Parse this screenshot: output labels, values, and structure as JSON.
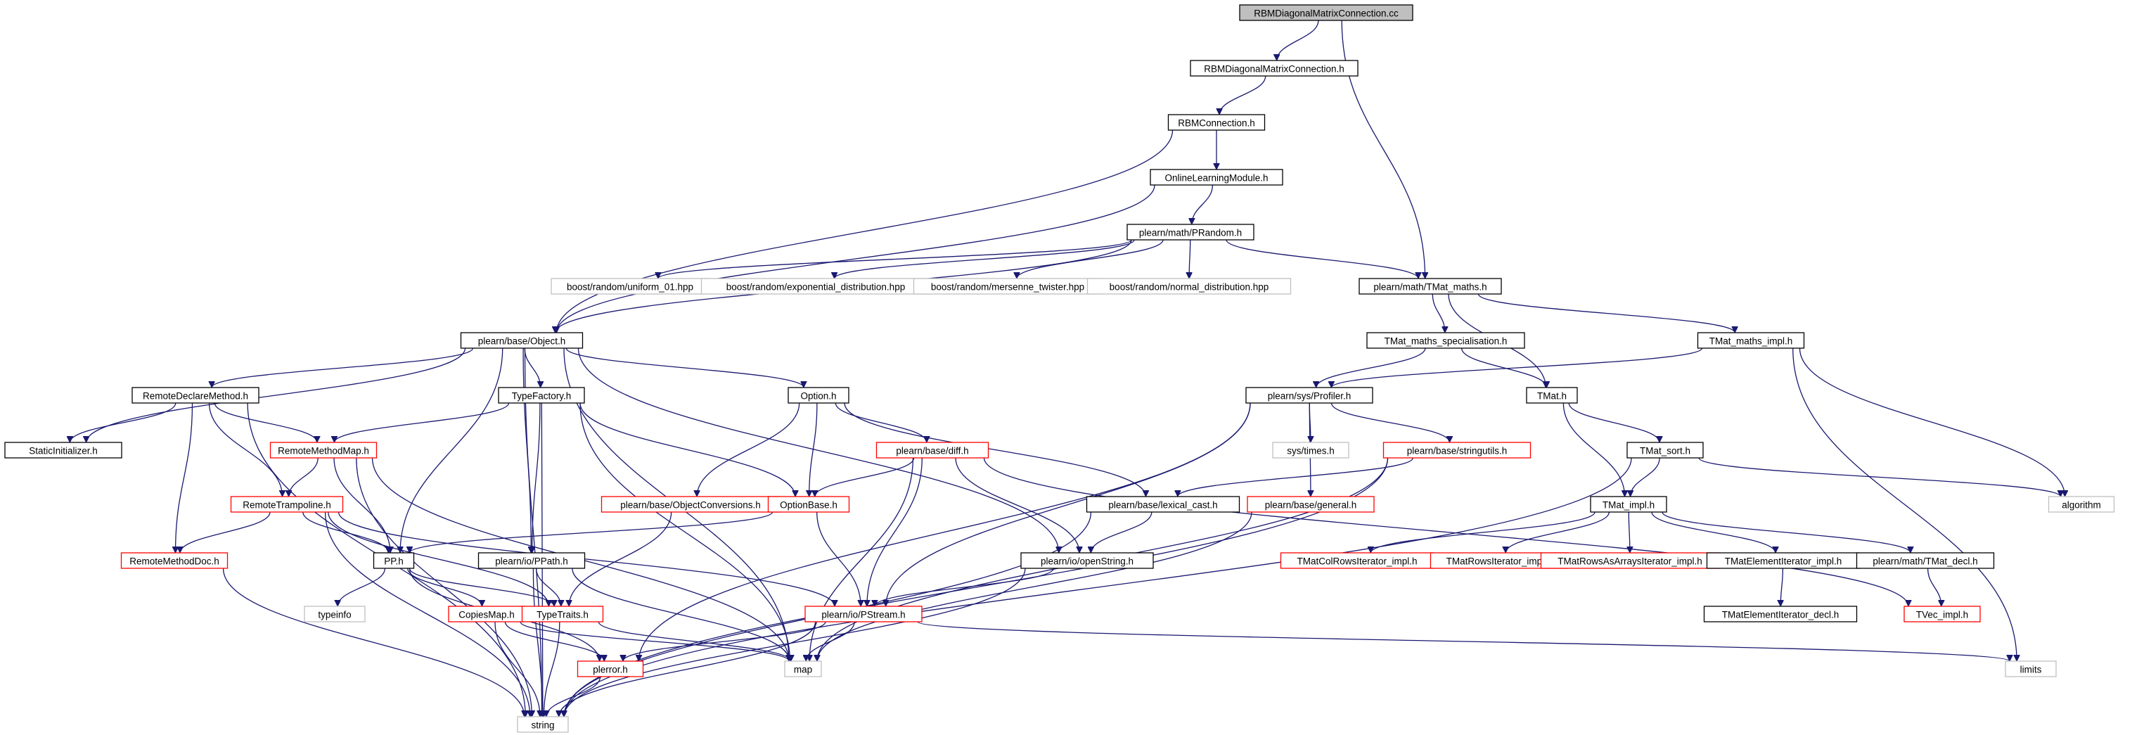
{
  "graph": {
    "colors": {
      "root_fill": "#bfbfbf",
      "node_fill": "#ffffff",
      "documented_border": "#000000",
      "undocumented_border": "#ff0000",
      "external_border": "#bfbfbf",
      "edge": "#191970"
    },
    "nodes": [
      {
        "id": "root",
        "label": "RBMDiagonalMatrixConnection.cc",
        "kind": "root"
      },
      {
        "id": "rbmdiag_h",
        "label": "RBMDiagonalMatrixConnection.h",
        "kind": "documented"
      },
      {
        "id": "rbmconn",
        "label": "RBMConnection.h",
        "kind": "documented"
      },
      {
        "id": "online",
        "label": "OnlineLearningModule.h",
        "kind": "documented"
      },
      {
        "id": "prandom",
        "label": "plearn/math/PRandom.h",
        "kind": "documented"
      },
      {
        "id": "uniform",
        "label": "boost/random/uniform_01.hpp",
        "kind": "external"
      },
      {
        "id": "expo",
        "label": "boost/random/exponential_distribution.hpp",
        "kind": "external"
      },
      {
        "id": "mersenne",
        "label": "boost/random/mersenne_twister.hpp",
        "kind": "external"
      },
      {
        "id": "normal",
        "label": "boost/random/normal_distribution.hpp",
        "kind": "external"
      },
      {
        "id": "tmatmaths",
        "label": "plearn/math/TMat_maths.h",
        "kind": "documented"
      },
      {
        "id": "object",
        "label": "plearn/base/Object.h",
        "kind": "documented"
      },
      {
        "id": "tmspec",
        "label": "TMat_maths_specialisation.h",
        "kind": "documented"
      },
      {
        "id": "tmimpl",
        "label": "TMat_maths_impl.h",
        "kind": "documented"
      },
      {
        "id": "rdm",
        "label": "RemoteDeclareMethod.h",
        "kind": "documented"
      },
      {
        "id": "typefactory",
        "label": "TypeFactory.h",
        "kind": "documented"
      },
      {
        "id": "option",
        "label": "Option.h",
        "kind": "documented"
      },
      {
        "id": "profiler",
        "label": "plearn/sys/Profiler.h",
        "kind": "documented"
      },
      {
        "id": "tmat",
        "label": "TMat.h",
        "kind": "documented"
      },
      {
        "id": "staticinit",
        "label": "StaticInitializer.h",
        "kind": "documented"
      },
      {
        "id": "rmm",
        "label": "RemoteMethodMap.h",
        "kind": "undocumented"
      },
      {
        "id": "diff",
        "label": "plearn/base/diff.h",
        "kind": "undocumented"
      },
      {
        "id": "systimes",
        "label": "sys/times.h",
        "kind": "external"
      },
      {
        "id": "stringutils",
        "label": "plearn/base/stringutils.h",
        "kind": "undocumented"
      },
      {
        "id": "tmatsort",
        "label": "TMat_sort.h",
        "kind": "documented"
      },
      {
        "id": "algorithm",
        "label": "algorithm",
        "kind": "external"
      },
      {
        "id": "rtramp",
        "label": "RemoteTrampoline.h",
        "kind": "undocumented"
      },
      {
        "id": "objconv",
        "label": "plearn/base/ObjectConversions.h",
        "kind": "undocumented"
      },
      {
        "id": "optionbase",
        "label": "OptionBase.h",
        "kind": "undocumented"
      },
      {
        "id": "lexcast",
        "label": "plearn/base/lexical_cast.h",
        "kind": "documented"
      },
      {
        "id": "general",
        "label": "plearn/base/general.h",
        "kind": "undocumented"
      },
      {
        "id": "tmatimpl",
        "label": "TMat_impl.h",
        "kind": "documented"
      },
      {
        "id": "rmdoc",
        "label": "RemoteMethodDoc.h",
        "kind": "undocumented"
      },
      {
        "id": "pp",
        "label": "PP.h",
        "kind": "documented"
      },
      {
        "id": "ppath",
        "label": "plearn/io/PPath.h",
        "kind": "documented"
      },
      {
        "id": "openstring",
        "label": "plearn/io/openString.h",
        "kind": "documented"
      },
      {
        "id": "tmcolrows",
        "label": "TMatColRowsIterator_impl.h",
        "kind": "undocumented"
      },
      {
        "id": "tmrows",
        "label": "TMatRowsIterator_impl.h",
        "kind": "undocumented"
      },
      {
        "id": "tmrowsarr",
        "label": "TMatRowsAsArraysIterator_impl.h",
        "kind": "undocumented"
      },
      {
        "id": "tmelemimpl",
        "label": "TMatElementIterator_impl.h",
        "kind": "documented"
      },
      {
        "id": "tmdecl",
        "label": "plearn/math/TMat_decl.h",
        "kind": "documented"
      },
      {
        "id": "typeinfo",
        "label": "typeinfo",
        "kind": "external"
      },
      {
        "id": "copiesmap",
        "label": "CopiesMap.h",
        "kind": "undocumented"
      },
      {
        "id": "typetraits",
        "label": "TypeTraits.h",
        "kind": "undocumented"
      },
      {
        "id": "pstream",
        "label": "plearn/io/PStream.h",
        "kind": "undocumented"
      },
      {
        "id": "tmelemdecl",
        "label": "TMatElementIterator_decl.h",
        "kind": "documented"
      },
      {
        "id": "tvecimpl",
        "label": "TVec_impl.h",
        "kind": "undocumented"
      },
      {
        "id": "perror",
        "label": "plerror.h",
        "kind": "undocumented"
      },
      {
        "id": "map",
        "label": "map",
        "kind": "external"
      },
      {
        "id": "limits",
        "label": "limits",
        "kind": "external"
      },
      {
        "id": "string",
        "label": "string",
        "kind": "external"
      }
    ],
    "edges": [
      [
        "root",
        "rbmdiag_h"
      ],
      [
        "root",
        "tmatmaths"
      ],
      [
        "rbmdiag_h",
        "rbmconn"
      ],
      [
        "rbmconn",
        "online"
      ],
      [
        "rbmconn",
        "object"
      ],
      [
        "online",
        "prandom"
      ],
      [
        "online",
        "object"
      ],
      [
        "prandom",
        "uniform"
      ],
      [
        "prandom",
        "expo"
      ],
      [
        "prandom",
        "mersenne"
      ],
      [
        "prandom",
        "normal"
      ],
      [
        "prandom",
        "tmatmaths"
      ],
      [
        "prandom",
        "object"
      ],
      [
        "tmatmaths",
        "tmspec"
      ],
      [
        "tmatmaths",
        "tmimpl"
      ],
      [
        "tmatmaths",
        "tmat"
      ],
      [
        "tmspec",
        "profiler"
      ],
      [
        "tmspec",
        "tmat"
      ],
      [
        "tmimpl",
        "profiler"
      ],
      [
        "tmimpl",
        "algorithm"
      ],
      [
        "tmimpl",
        "limits"
      ],
      [
        "object",
        "rdm"
      ],
      [
        "object",
        "typefactory"
      ],
      [
        "object",
        "option"
      ],
      [
        "object",
        "staticinit"
      ],
      [
        "object",
        "pp"
      ],
      [
        "object",
        "ppath"
      ],
      [
        "object",
        "openstring"
      ],
      [
        "object",
        "map"
      ],
      [
        "object",
        "string"
      ],
      [
        "rdm",
        "staticinit"
      ],
      [
        "rdm",
        "rmm"
      ],
      [
        "rdm",
        "rtramp"
      ],
      [
        "rdm",
        "rmdoc"
      ],
      [
        "rdm",
        "string"
      ],
      [
        "typefactory",
        "rmm"
      ],
      [
        "typefactory",
        "optionbase"
      ],
      [
        "typefactory",
        "ppath"
      ],
      [
        "typefactory",
        "map"
      ],
      [
        "typefactory",
        "string"
      ],
      [
        "option",
        "objconv"
      ],
      [
        "option",
        "optionbase"
      ],
      [
        "option",
        "diff"
      ],
      [
        "option",
        "lexcast"
      ],
      [
        "profiler",
        "systimes"
      ],
      [
        "profiler",
        "stringutils"
      ],
      [
        "profiler",
        "general"
      ],
      [
        "profiler",
        "pstream"
      ],
      [
        "profiler",
        "perror"
      ],
      [
        "tmat",
        "tmatsort"
      ],
      [
        "tmat",
        "tmatimpl"
      ],
      [
        "rmm",
        "rtramp"
      ],
      [
        "rmm",
        "pp"
      ],
      [
        "rmm",
        "map"
      ],
      [
        "rmm",
        "string"
      ],
      [
        "diff",
        "optionbase"
      ],
      [
        "diff",
        "openstring"
      ],
      [
        "diff",
        "pstream"
      ],
      [
        "diff",
        "map"
      ],
      [
        "diff",
        "tvecimpl"
      ],
      [
        "stringutils",
        "lexcast"
      ],
      [
        "stringutils",
        "map"
      ],
      [
        "stringutils",
        "string"
      ],
      [
        "tmatsort",
        "tmatimpl"
      ],
      [
        "tmatsort",
        "algorithm"
      ],
      [
        "tmatsort",
        "string"
      ],
      [
        "rtramp",
        "rmdoc"
      ],
      [
        "rtramp",
        "pp"
      ],
      [
        "rtramp",
        "typetraits"
      ],
      [
        "rtramp",
        "pstream"
      ],
      [
        "rtramp",
        "string"
      ],
      [
        "objconv",
        "typetraits"
      ],
      [
        "optionbase",
        "pp"
      ],
      [
        "optionbase",
        "pstream"
      ],
      [
        "lexcast",
        "openstring"
      ],
      [
        "lexcast",
        "string"
      ],
      [
        "general",
        "map"
      ],
      [
        "tmatimpl",
        "tmcolrows"
      ],
      [
        "tmatimpl",
        "tmrows"
      ],
      [
        "tmatimpl",
        "tmrowsarr"
      ],
      [
        "tmatimpl",
        "tmelemimpl"
      ],
      [
        "tmatimpl",
        "tmdecl"
      ],
      [
        "rmdoc",
        "string"
      ],
      [
        "pp",
        "typeinfo"
      ],
      [
        "pp",
        "copiesmap"
      ],
      [
        "pp",
        "typetraits"
      ],
      [
        "pp",
        "perror"
      ],
      [
        "ppath",
        "typetraits"
      ],
      [
        "ppath",
        "map"
      ],
      [
        "ppath",
        "string"
      ],
      [
        "openstring",
        "pstream"
      ],
      [
        "openstring",
        "string"
      ],
      [
        "tmelemimpl",
        "tmelemdecl"
      ],
      [
        "tmdecl",
        "tvecimpl"
      ],
      [
        "copiesmap",
        "typetraits"
      ],
      [
        "copiesmap",
        "perror"
      ],
      [
        "copiesmap",
        "map"
      ],
      [
        "copiesmap",
        "string"
      ],
      [
        "typetraits",
        "map"
      ],
      [
        "typetraits",
        "string"
      ],
      [
        "pstream",
        "perror"
      ],
      [
        "pstream",
        "map"
      ],
      [
        "pstream",
        "limits"
      ],
      [
        "pstream",
        "string"
      ],
      [
        "perror",
        "string"
      ]
    ]
  }
}
